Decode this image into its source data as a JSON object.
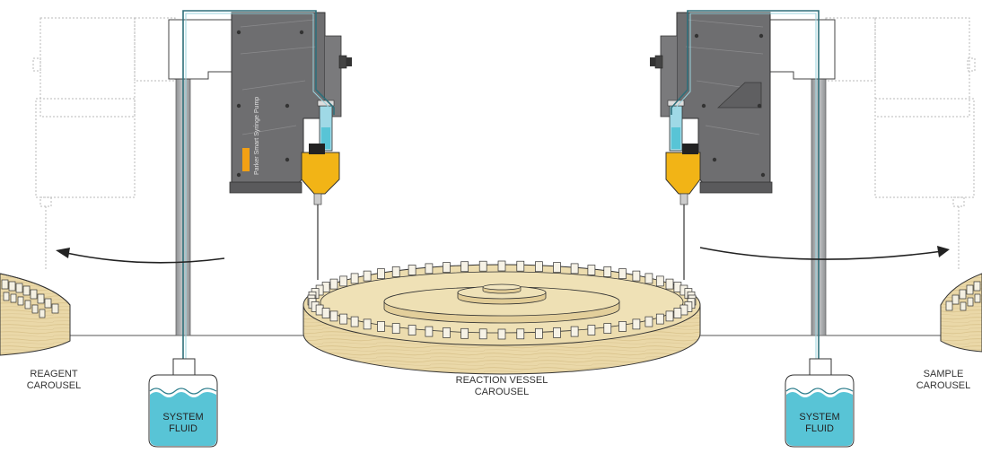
{
  "labels": {
    "reagent_line1": "REAGENT",
    "reagent_line2": "CAROUSEL",
    "reaction_line1": "REACTION VESSEL",
    "reaction_line2": "CAROUSEL",
    "sample_line1": "SAMPLE",
    "sample_line2": "CAROUSEL",
    "fluid_left_line1": "SYSTEM",
    "fluid_left_line2": "FLUID",
    "fluid_right_line1": "SYSTEM",
    "fluid_right_line2": "FLUID"
  },
  "pump": {
    "brand": "Parker",
    "product_line1": "Smart",
    "product_line2": "Syringe Pump"
  },
  "colors": {
    "pump_body": "#6e6e70",
    "pump_head": "#f2b416",
    "fluid": "#58c4d6",
    "carousel_wood": "#e8d5a4",
    "outline": "#333333"
  }
}
